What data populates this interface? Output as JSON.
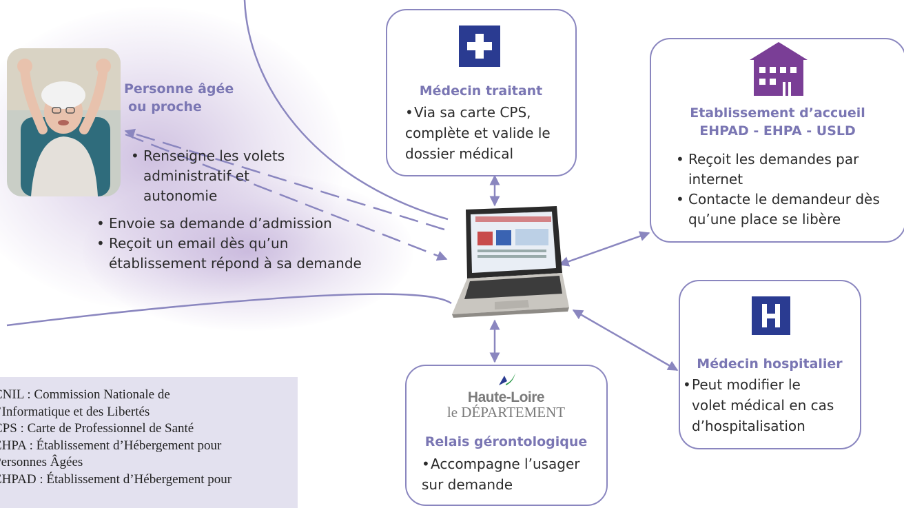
{
  "colors": {
    "accent": "#7a76b3",
    "line": "#8a86bf",
    "navy": "#2a3b91",
    "purple": "#7a3e96",
    "legend_bg": "#e3e1ef"
  },
  "person": {
    "title_line1": "Personne âgée",
    "title_line2": "ou proche",
    "items": [
      "Renseigne les volets administratif et autonomie",
      "Envoie sa demande d’admission",
      "Reçoit un email dès qu’un établissement répond à sa demande"
    ]
  },
  "medecin_traitant": {
    "icon": "medical-cross-icon",
    "title": "Médecin traitant",
    "item_lines": [
      "Via sa carte CPS,",
      "complète et valide le",
      "dossier médical"
    ]
  },
  "etablissement": {
    "icon": "building-icon",
    "title_line1": "Etablissement d’accueil",
    "title_line2": "EHPAD - EHPA - USLD",
    "items": [
      "Reçoit les demandes par internet",
      "Contacte le demandeur dès qu’une place se libère"
    ]
  },
  "medecin_hospitalier": {
    "icon": "hospital-h-icon",
    "title": "Médecin hospitalier",
    "item_lines": [
      "Peut modifier le",
      "volet médical en cas",
      "d’hospitalisation"
    ]
  },
  "relais": {
    "logo_line1": "Haute-Loire",
    "logo_line2": "le DÉPARTEMENT",
    "title": "Relais gérontologique",
    "item_lines": [
      "Accompagne l’usager",
      "sur demande"
    ]
  },
  "legend": [
    "CNIL : Commission Nationale de",
    "l’Informatique et des Libertés",
    "CPS : Carte de Professionnel de Santé",
    "EHPA : Établissement d’Hébergement pour",
    "Personnes Âgées",
    "EHPAD : Établissement d’Hébergement pour"
  ]
}
